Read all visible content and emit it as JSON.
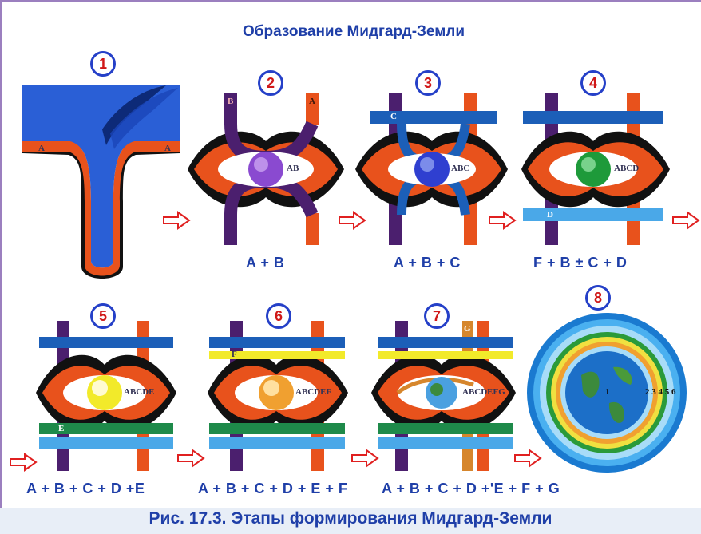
{
  "title": "Образование Мидгард-Земли",
  "caption": {
    "label": "Рис. 17.3.",
    "text": "Этапы формирования Мидгард-Земли"
  },
  "stages": [
    {
      "number": "1",
      "formula": ""
    },
    {
      "number": "2",
      "formula": "A + B",
      "inner_label": "AB"
    },
    {
      "number": "3",
      "formula": "A + B + C",
      "inner_label": "ABC"
    },
    {
      "number": "4",
      "formula": "F + B ± C + D",
      "inner_label": "ABCD"
    },
    {
      "number": "5",
      "formula": "A + B + C + D +E",
      "inner_label": "ABCDE"
    },
    {
      "number": "6",
      "formula": "A + B + C + D + E + F",
      "inner_label": "ABCDEF"
    },
    {
      "number": "7",
      "formula": "A + B + C + D +'E + F + G",
      "inner_label": "ABCDEFG"
    },
    {
      "number": "8",
      "formula": "",
      "inner_label": "1",
      "ring_labels": "2 3 4 5 6"
    }
  ],
  "band_letters": {
    "a": "A",
    "b": "B",
    "c": "C",
    "d": "D",
    "e": "E",
    "f": "F",
    "g": "G"
  },
  "colors": {
    "a": "#e8521c",
    "b": "#4b1f6e",
    "c": "#1c5fb8",
    "d": "#4aa8e8",
    "e": "#1e8a4a",
    "f": "#f2ea2a",
    "g": "#d6862c",
    "outline": "#111111",
    "arrow": "#e02020",
    "text": "#1f3fa8"
  }
}
